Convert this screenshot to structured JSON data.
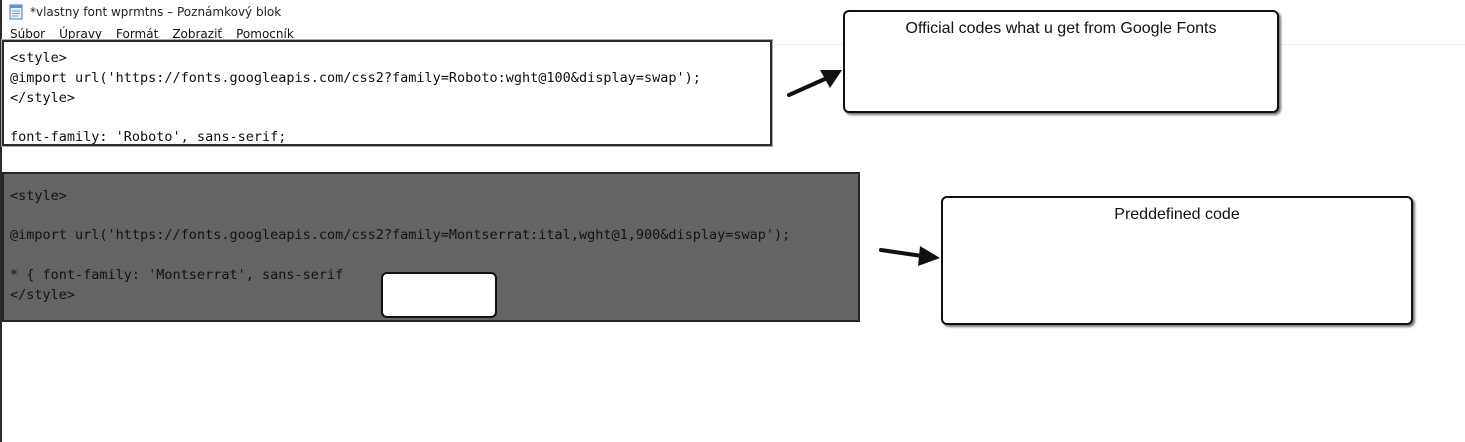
{
  "window": {
    "title": "*vlastny font wprmtns – Poznámkový blok",
    "icon": "notepad-icon"
  },
  "menu": {
    "items": [
      "Súbor",
      "Úpravy",
      "Formát",
      "Zobraziť",
      "Pomocník"
    ]
  },
  "code_block_1": {
    "lines": [
      "<style>",
      "@import url('https://fonts.googleapis.com/css2?family=Roboto:wght@100&display=swap');",
      "</style>",
      "",
      "font-family: 'Roboto', sans-serif;"
    ]
  },
  "code_block_2": {
    "lines": [
      "<style>",
      "",
      "@import url('https://fonts.googleapis.com/css2?family=Montserrat:ital,wght@1,900&display=swap');",
      "",
      "* { font-family: 'Montserrat', sans-serif",
      "</style>"
    ]
  },
  "annotations": {
    "callout_1": "Official codes what u get from Google Fonts",
    "callout_2": "Preddefined code"
  },
  "colors": {
    "highlight_bg": "#646464",
    "border": "#111111"
  }
}
